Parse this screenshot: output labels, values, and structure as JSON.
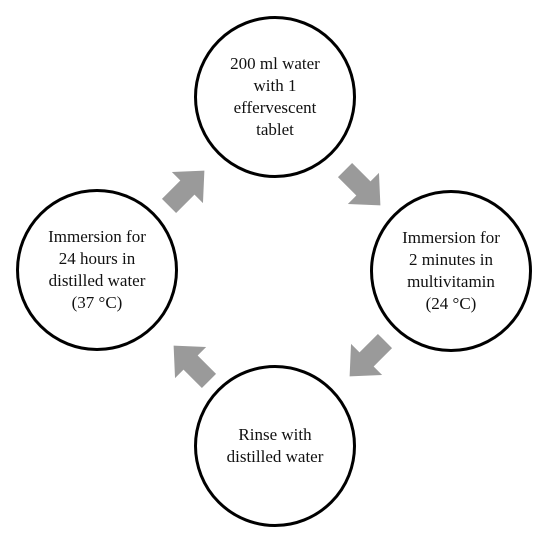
{
  "diagram": {
    "arrow_color": "#9a9a9a",
    "stroke_color": "#000000",
    "nodes": {
      "top": "200 ml water\nwith 1\neffervescent\ntablet",
      "right": "Immersion for\n2 minutes in\nmultivitamin\n(24 °C)",
      "bottom": "Rinse with\ndistilled water",
      "left": "Immersion for\n24 hours in\ndistilled water\n(37 °C)"
    },
    "cycle_direction": "clockwise"
  }
}
